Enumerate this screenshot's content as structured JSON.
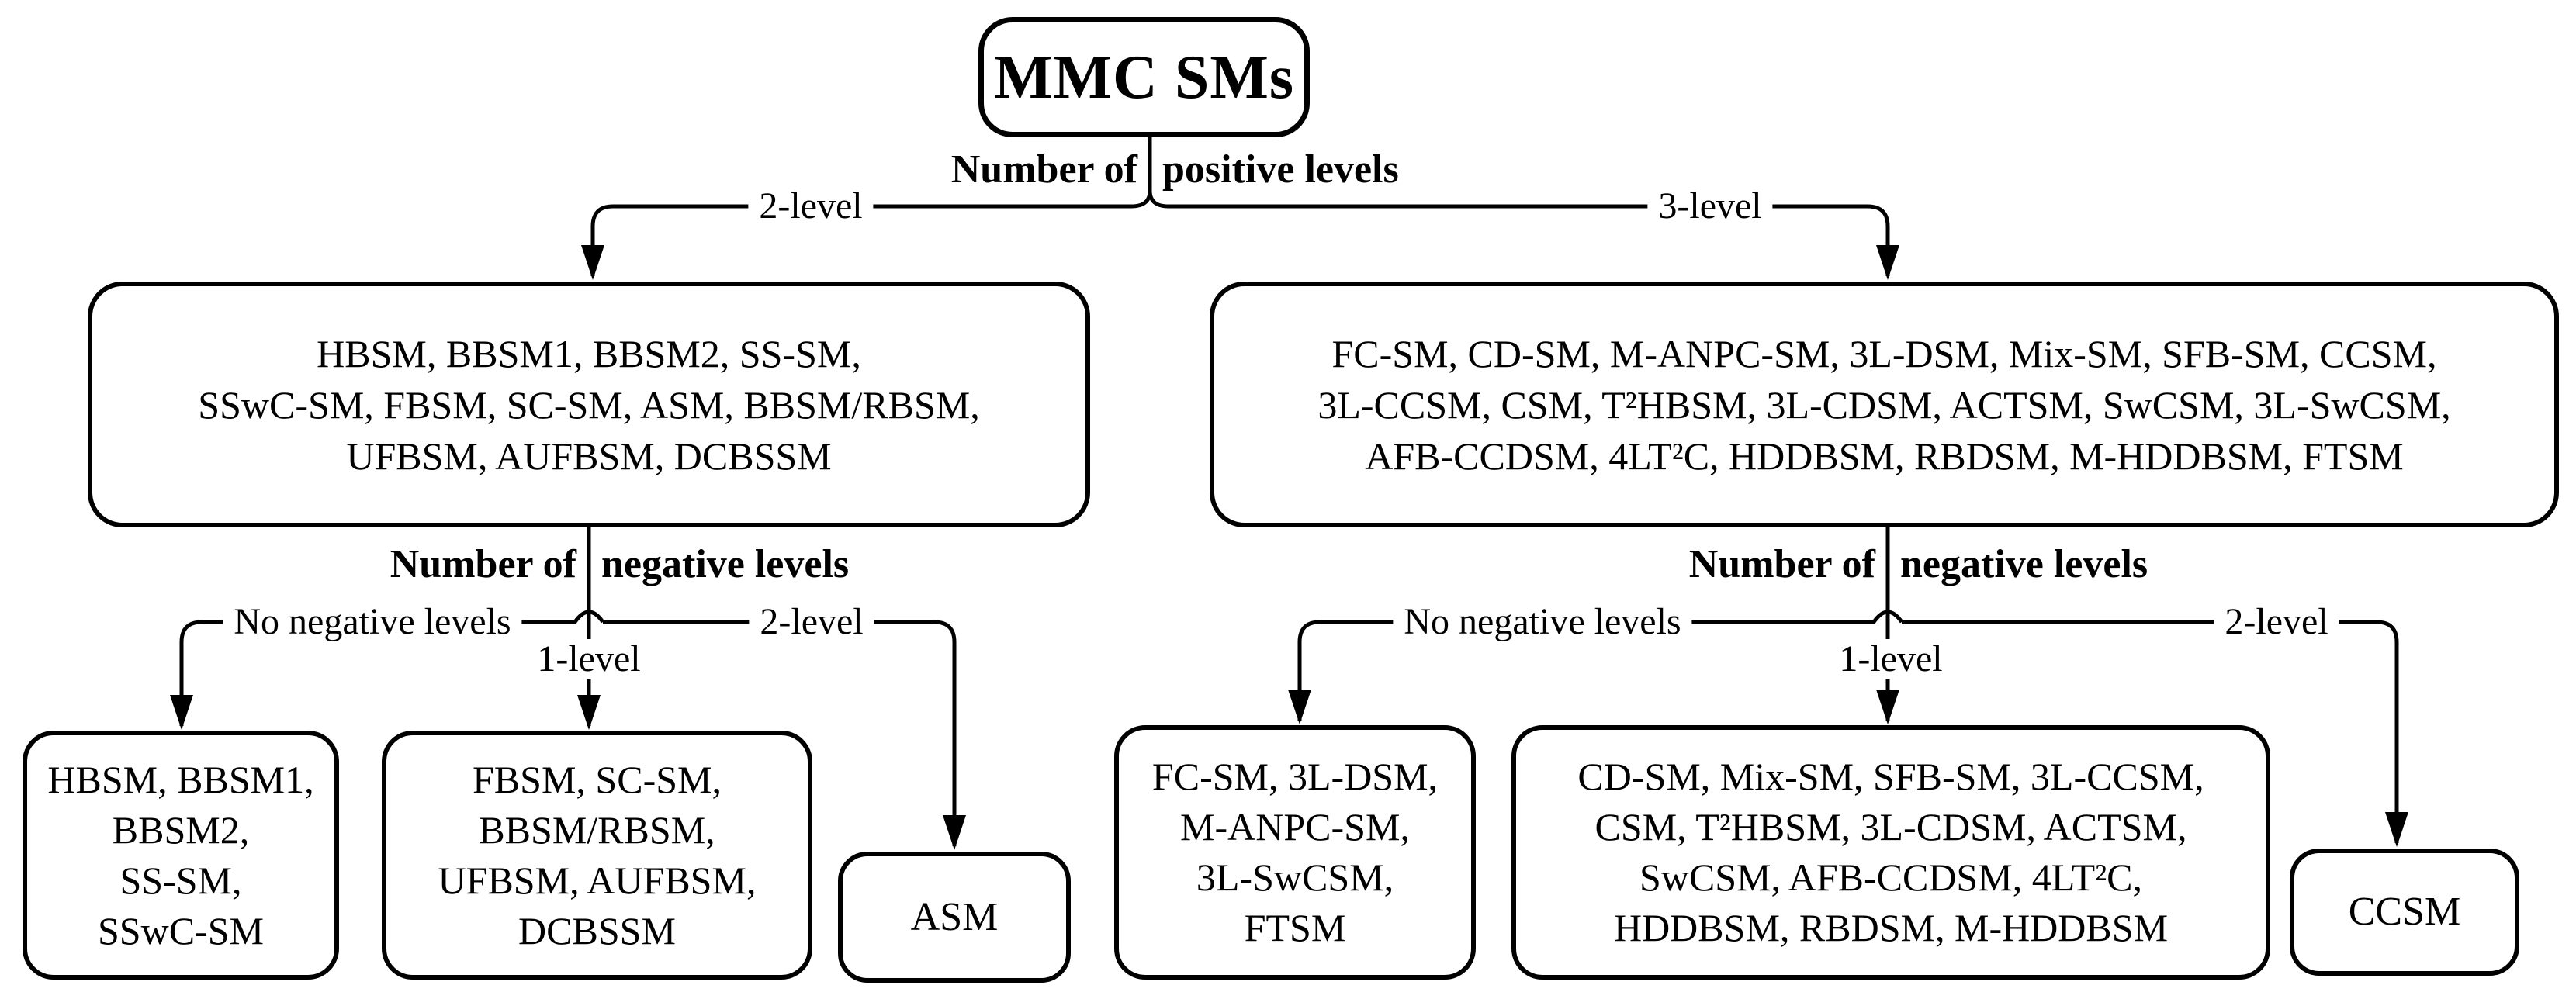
{
  "root": {
    "label": "MMC SMs"
  },
  "level1": {
    "question": {
      "left": "Number of",
      "right": "positive levels"
    },
    "branch_left_label": "2-level",
    "branch_right_label": "3-level"
  },
  "left_group": {
    "box": {
      "line1": "HBSM, BBSM1, BBSM2, SS-SM,",
      "line2": "SSwC-SM, FBSM, SC-SM, ASM, BBSM/RBSM,",
      "line3": "UFBSM, AUFBSM, DCBSSM"
    },
    "question": {
      "left": "Number of",
      "right": "negative levels"
    },
    "branches": {
      "none_label": "No negative levels",
      "one_label": "1-level",
      "two_label": "2-level"
    },
    "none_box": {
      "line1": "HBSM, BBSM1,",
      "line2": "BBSM2,",
      "line3": "SS-SM,",
      "line4": "SSwC-SM"
    },
    "one_box": {
      "line1": "FBSM, SC-SM,",
      "line2": "BBSM/RBSM,",
      "line3": "UFBSM, AUFBSM,",
      "line4": "DCBSSM"
    },
    "two_box": {
      "label": "ASM"
    }
  },
  "right_group": {
    "box": {
      "line1": "FC-SM, CD-SM, M-ANPC-SM, 3L-DSM, Mix-SM, SFB-SM, CCSM,",
      "line2": "3L-CCSM, CSM, T²HBSM, 3L-CDSM, ACTSM, SwCSM, 3L-SwCSM,",
      "line3": "AFB-CCDSM, 4LT²C, HDDBSM, RBDSM, M-HDDBSM, FTSM"
    },
    "question": {
      "left": "Number of",
      "right": "negative levels"
    },
    "branches": {
      "none_label": "No negative levels",
      "one_label": "1-level",
      "two_label": "2-level"
    },
    "none_box": {
      "line1": "FC-SM, 3L-DSM,",
      "line2": "M-ANPC-SM,",
      "line3": "3L-SwCSM,",
      "line4": "FTSM"
    },
    "one_box": {
      "line1": "CD-SM, Mix-SM, SFB-SM, 3L-CCSM,",
      "line2": "CSM, T²HBSM, 3L-CDSM, ACTSM,",
      "line3": "SwCSM, AFB-CCDSM, 4LT²C,",
      "line4": "HDDBSM, RBDSM, M-HDDBSM"
    },
    "two_box": {
      "label": "CCSM"
    }
  },
  "colors": {
    "line": "#000000",
    "background": "#ffffff"
  }
}
